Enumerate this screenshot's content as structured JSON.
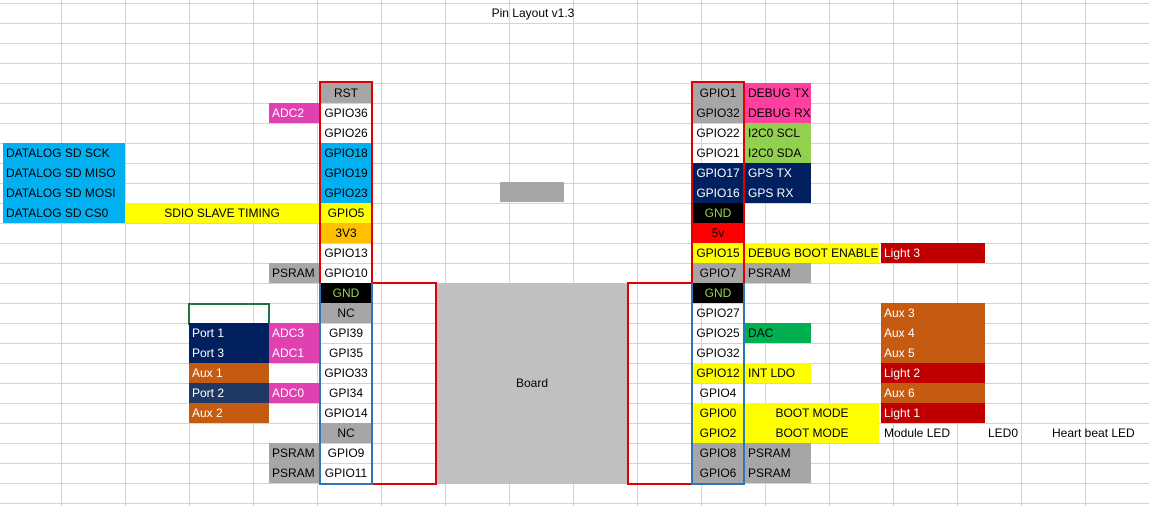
{
  "title": "Pin Layout v1.3",
  "board_label": "Board",
  "colors": {
    "sky_blue": "#00b0f0",
    "yellow": "#ffff00",
    "magenta": "#e040b0",
    "pink": "#ff40a0",
    "navy": "#002060",
    "gray": "#a6a6a6",
    "board_gray": "#c0c0c0",
    "orange": "#ffc000",
    "red": "#ff0000",
    "dark_red": "#c00000",
    "rust": "#c55a11",
    "green_light": "#92d050",
    "green": "#00b050",
    "black": "#000000",
    "slate": "#203864"
  },
  "left_header": [
    {
      "row": 0,
      "pin": "RST"
    },
    {
      "row": 1,
      "pin": "GPIO36",
      "side": "ADC2"
    },
    {
      "row": 2,
      "pin": "GPIO26"
    },
    {
      "row": 3,
      "pin": "GPIO18",
      "far": "DATALOG SD SCK"
    },
    {
      "row": 4,
      "pin": "GPIO19",
      "far": "DATALOG SD MISO"
    },
    {
      "row": 5,
      "pin": "GPIO23",
      "far": "DATALOG SD MOSI"
    },
    {
      "row": 6,
      "pin": "GPIO5",
      "far": "DATALOG SD CS0",
      "mid": "SDIO SLAVE TIMING"
    },
    {
      "row": 7,
      "pin": "3V3"
    },
    {
      "row": 8,
      "pin": "GPIO13"
    },
    {
      "row": 9,
      "pin": "GPIO10",
      "side": "PSRAM"
    },
    {
      "row": 10,
      "pin": "GND"
    },
    {
      "row": 11,
      "pin": "NC"
    },
    {
      "row": 12,
      "pin": "GPI39",
      "side": "ADC3",
      "port": "Port 1"
    },
    {
      "row": 13,
      "pin": "GPI35",
      "side": "ADC1",
      "port": "Port 3"
    },
    {
      "row": 14,
      "pin": "GPIO33",
      "port": "Aux 1"
    },
    {
      "row": 15,
      "pin": "GPI34",
      "side": "ADC0",
      "port": "Port 2"
    },
    {
      "row": 16,
      "pin": "GPIO14",
      "port": "Aux 2"
    },
    {
      "row": 17,
      "pin": "NC"
    },
    {
      "row": 18,
      "pin": "GPIO9",
      "side": "PSRAM"
    },
    {
      "row": 19,
      "pin": "GPIO11",
      "side": "PSRAM"
    }
  ],
  "right_header": [
    {
      "row": 0,
      "pin": "GPIO1",
      "func": "DEBUG TX"
    },
    {
      "row": 1,
      "pin": "GPIO32",
      "func": "DEBUG RX"
    },
    {
      "row": 2,
      "pin": "GPIO22",
      "func": "I2C0 SCL"
    },
    {
      "row": 3,
      "pin": "GPIO21",
      "func": "I2C0 SDA"
    },
    {
      "row": 4,
      "pin": "GPIO17",
      "func": "GPS TX"
    },
    {
      "row": 5,
      "pin": "GPIO16",
      "func": "GPS RX"
    },
    {
      "row": 6,
      "pin": "GND"
    },
    {
      "row": 7,
      "pin": "5v"
    },
    {
      "row": 8,
      "pin": "GPIO15",
      "func": "DEBUG BOOT ENABLE",
      "extra": "Light 3"
    },
    {
      "row": 9,
      "pin": "GPIO7",
      "func": "PSRAM"
    },
    {
      "row": 10,
      "pin": "GND"
    },
    {
      "row": 11,
      "pin": "GPIO27",
      "extra": "Aux 3"
    },
    {
      "row": 12,
      "pin": "GPIO25",
      "func": "DAC",
      "extra": "Aux 4"
    },
    {
      "row": 13,
      "pin": "GPIO32",
      "extra": "Aux 5"
    },
    {
      "row": 14,
      "pin": "GPIO12",
      "func": "INT LDO",
      "extra": "Light 2"
    },
    {
      "row": 15,
      "pin": "GPIO4",
      "extra": "Aux 6"
    },
    {
      "row": 16,
      "pin": "GPIO0",
      "func": "BOOT MODE",
      "extra": "Light 1"
    },
    {
      "row": 17,
      "pin": "GPIO2",
      "func": "BOOT MODE",
      "extra": "Module LED",
      "led": "LED0",
      "note": "Heart beat LED"
    },
    {
      "row": 18,
      "pin": "GPIO8",
      "func": "PSRAM"
    },
    {
      "row": 19,
      "pin": "GPIO6",
      "func": "PSRAM"
    }
  ]
}
